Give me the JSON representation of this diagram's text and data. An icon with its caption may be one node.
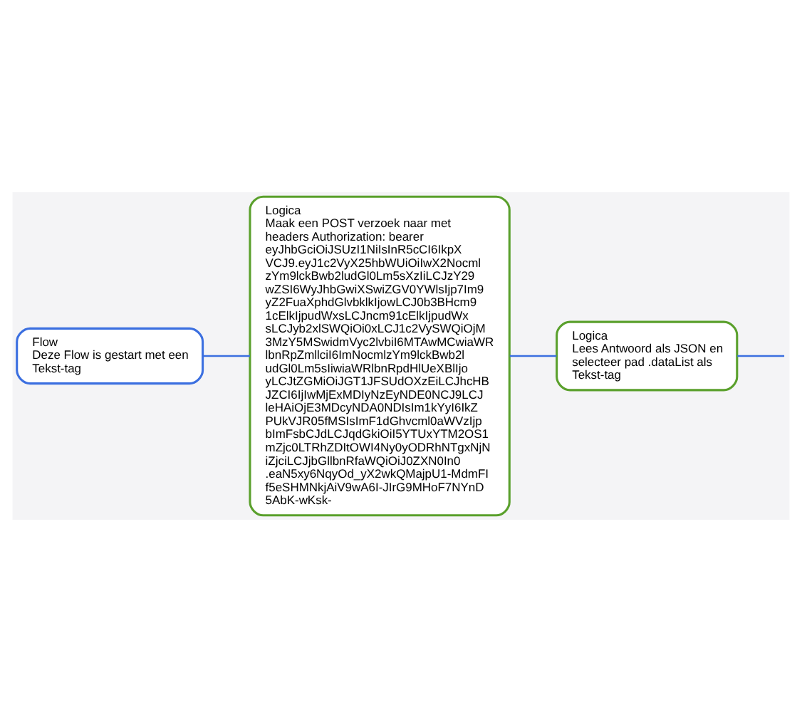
{
  "diagram": {
    "nodes": [
      {
        "text": [
          "Flow",
          "Deze Flow is gestart met een Tekst-tag"
        ]
      },
      {
        "text": [
          "Logica",
          "Maak een POST verzoek naar met headers Authorization: bearer eyJhbGciOiJSUzI1NiIsInR5cCI6IkpXVCJ9.eyJ1c2VyX25hbWUiOiIwX2NocmlzYm9lckBwb2ludGl0Lm5sXzIiLCJzY29wZSI6WyJhbGwiXSwiZGV0YWlsIjp7Im9yZ2FuaXphdGlvbklkIjowLCJ0b3BHcm91cElkIjpudWxsLCJncm91cElkIjpudWxsLCJyb2xlSWQiOi0xLCJ1c2VySWQiOjM3MzY5MSwidmVyc2lvbiI6MTAwMCwiaWRlbnRpZmllciI6ImNocmlzYm9lckBwb2ludGl0Lm5sIiwiaWRlbnRpdHlUeXBlIjoyLCJtZGMiOiJGT1JFSUdOXzEiLCJhcHBJZCI6IjIwMjExMDIyNzEyNDE0NCJ9LCJleHAiOjE3MDcyNDA0NDIsIm1kYyI6IkZPUkVJR05fMSIsImF1dGhvcml0aWVzIjpbImFsbCJdLCJqdGkiOiI5YTUxYTM2OS1mZjc0LTRhZDItOWI4Ny0yODRhNTgxNjNiZjciLCJjbGllbnRfaWQiOiJ0ZXN0In0.eaN5xy6NqyOd_yX2wkQMajpU1-MdmFIf5eSHMNkjAiV9wA6I-JIrG9MHoF7NYnD5AbK-wKsk-"
        ]
      },
      {
        "text": [
          "Logica",
          "Lees Antwoord als JSON en selecteer pad .dataList als Tekst-tag"
        ]
      }
    ],
    "edges": [
      {
        "from": 0,
        "to": 1,
        "arrow": "none"
      },
      {
        "from": 1,
        "to": 2,
        "arrow": "none"
      },
      {
        "from": 2,
        "to": null,
        "arrow": "none"
      }
    ]
  }
}
